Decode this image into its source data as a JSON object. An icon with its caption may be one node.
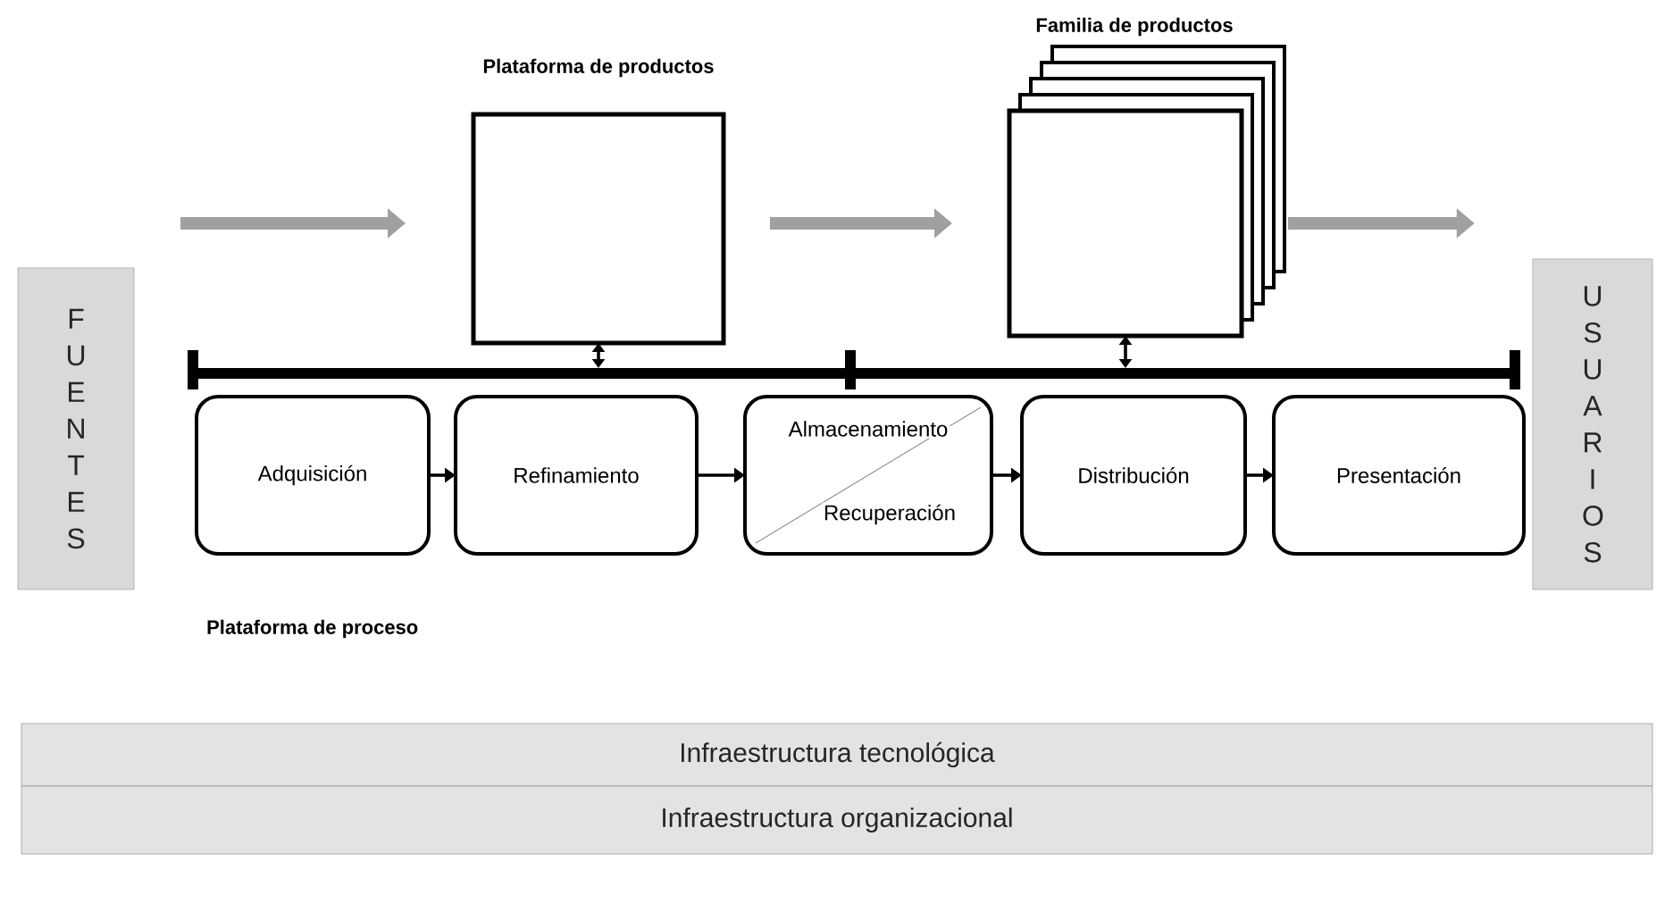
{
  "diagram": {
    "nodes": [
      {
        "text": [
          "F U E N T E S"
        ]
      },
      {
        "text": [
          "Plataforma de productos"
        ]
      },
      {
        "text": [
          "Familia de productos"
        ]
      },
      {
        "text": [
          "U S U A R I O S"
        ]
      },
      {
        "text": [],
        "shape": "bar"
      },
      {
        "text": [
          "Adquisición"
        ]
      },
      {
        "text": [
          "Refinamiento"
        ]
      },
      {
        "text": [
          "Almacenamiento",
          "Recuperación"
        ]
      },
      {
        "text": [
          "Distribución"
        ]
      },
      {
        "text": [
          "Presentación"
        ]
      },
      {
        "text": [
          "Infraestructura tecnológica"
        ]
      },
      {
        "text": [
          "Infraestructura organizacional"
        ]
      }
    ],
    "edges": [
      {
        "from": 0,
        "to": 1,
        "arrow": "to",
        "style": "thick",
        "color": "#a0a0a0"
      },
      {
        "from": 1,
        "to": 2,
        "arrow": "to",
        "style": "thick",
        "color": "#a0a0a0"
      },
      {
        "from": 2,
        "to": 3,
        "arrow": "to",
        "style": "thick",
        "color": "#a0a0a0"
      },
      {
        "from": 1,
        "to": 4,
        "arrow": "both"
      },
      {
        "from": 2,
        "to": 4,
        "arrow": "both"
      },
      {
        "from": 5,
        "to": 6,
        "arrow": "to"
      },
      {
        "from": 6,
        "to": 7,
        "arrow": "to"
      },
      {
        "from": 7,
        "to": 8,
        "arrow": "to"
      },
      {
        "from": 8,
        "to": 9,
        "arrow": "to"
      }
    ],
    "labels": [
      "Plataforma de proceso"
    ]
  }
}
